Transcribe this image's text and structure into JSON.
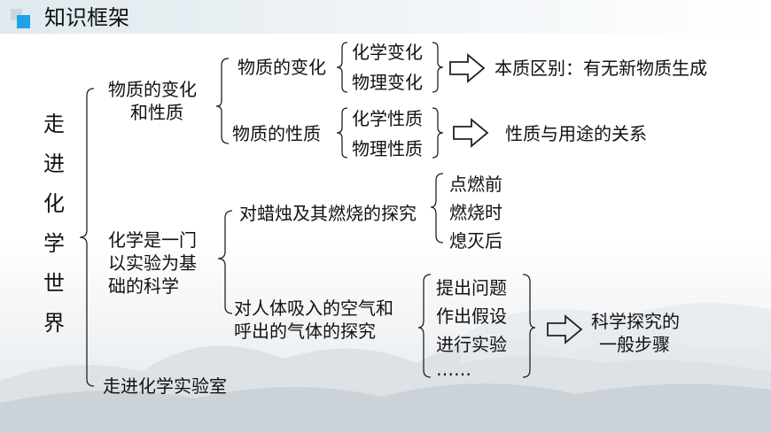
{
  "header": {
    "title": "知识框架"
  },
  "root": "走进化学世界",
  "branches": {
    "change_nature": {
      "label_line1": "物质的变化",
      "label_line2": "和性质",
      "change": {
        "label": "物质的变化",
        "items": [
          "化学变化",
          "物理变化"
        ],
        "result": "本质区别：有无新物质生成"
      },
      "property": {
        "label": "物质的性质",
        "items": [
          "化学性质",
          "物理性质"
        ],
        "result": "性质与用途的关系"
      }
    },
    "experimental_science": {
      "label_line1": "化学是一门",
      "label_line2": "以实验为基",
      "label_line3": "础的科学",
      "candle": {
        "label": "对蜡烛及其燃烧的探究",
        "items": [
          "点燃前",
          "燃烧时",
          "熄灭后"
        ]
      },
      "breath": {
        "label_line1": "对人体吸入的空气和",
        "label_line2": "呼出的气体的探究",
        "steps": [
          "提出问题",
          "作出假设",
          "进行实验",
          "……"
        ],
        "result_line1": "科学探究的",
        "result_line2": "一般步骤"
      }
    },
    "lab": {
      "label": "走进化学实验室"
    }
  },
  "colors": {
    "accent": "#1fa3e8",
    "line": "#222222"
  }
}
